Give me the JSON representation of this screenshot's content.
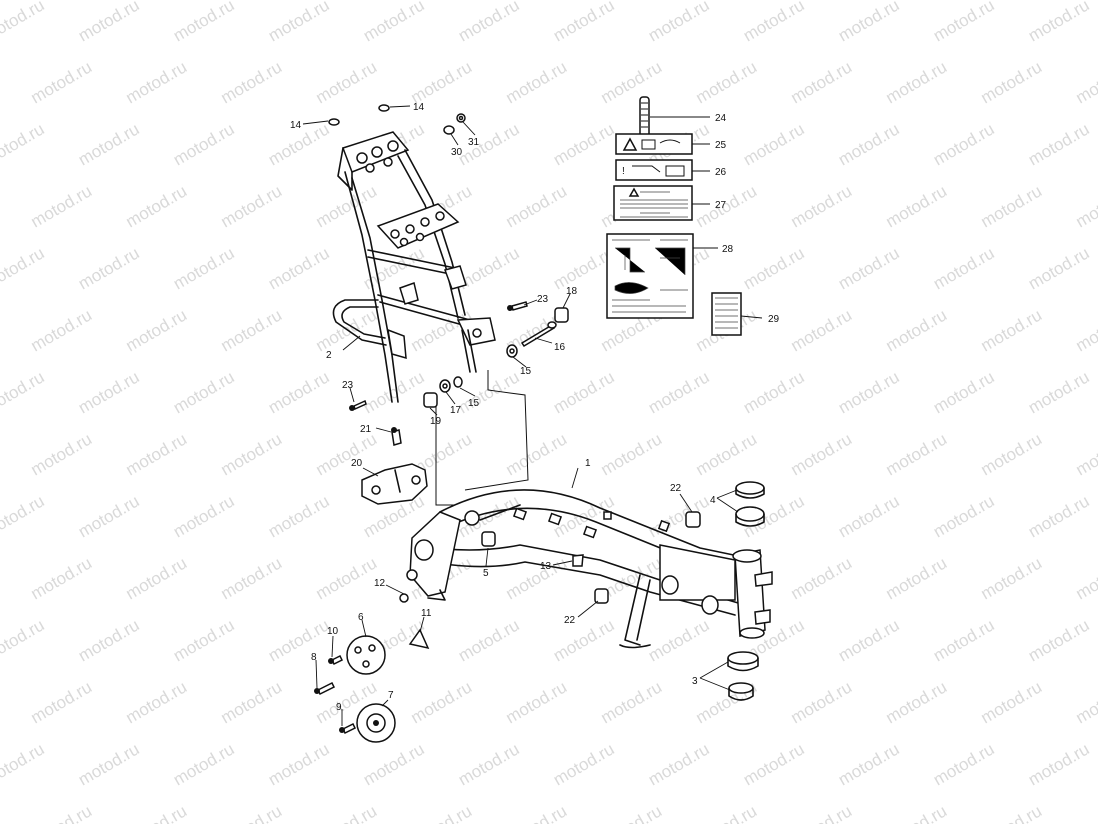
{
  "watermark": "motod.ru",
  "callouts": [
    {
      "id": "c1",
      "text": "1"
    },
    {
      "id": "c2",
      "text": "2"
    },
    {
      "id": "c3",
      "text": "3"
    },
    {
      "id": "c4",
      "text": "4"
    },
    {
      "id": "c5",
      "text": "5"
    },
    {
      "id": "c6",
      "text": "6"
    },
    {
      "id": "c7",
      "text": "7"
    },
    {
      "id": "c8",
      "text": "8"
    },
    {
      "id": "c9",
      "text": "9"
    },
    {
      "id": "c10",
      "text": "10"
    },
    {
      "id": "c11",
      "text": "11"
    },
    {
      "id": "c12",
      "text": "12"
    },
    {
      "id": "c13",
      "text": "13"
    },
    {
      "id": "c14a",
      "text": "14"
    },
    {
      "id": "c14b",
      "text": "14"
    },
    {
      "id": "c15a",
      "text": "15"
    },
    {
      "id": "c15b",
      "text": "15"
    },
    {
      "id": "c16",
      "text": "16"
    },
    {
      "id": "c17",
      "text": "17"
    },
    {
      "id": "c18",
      "text": "18"
    },
    {
      "id": "c19",
      "text": "19"
    },
    {
      "id": "c20",
      "text": "20"
    },
    {
      "id": "c21",
      "text": "21"
    },
    {
      "id": "c22a",
      "text": "22"
    },
    {
      "id": "c22b",
      "text": "22"
    },
    {
      "id": "c23a",
      "text": "23"
    },
    {
      "id": "c23b",
      "text": "23"
    },
    {
      "id": "c24",
      "text": "24"
    },
    {
      "id": "c25",
      "text": "25"
    },
    {
      "id": "c26",
      "text": "26"
    },
    {
      "id": "c27",
      "text": "27"
    },
    {
      "id": "c28",
      "text": "28"
    },
    {
      "id": "c29",
      "text": "29"
    },
    {
      "id": "c30",
      "text": "30"
    },
    {
      "id": "c31",
      "text": "31"
    }
  ]
}
